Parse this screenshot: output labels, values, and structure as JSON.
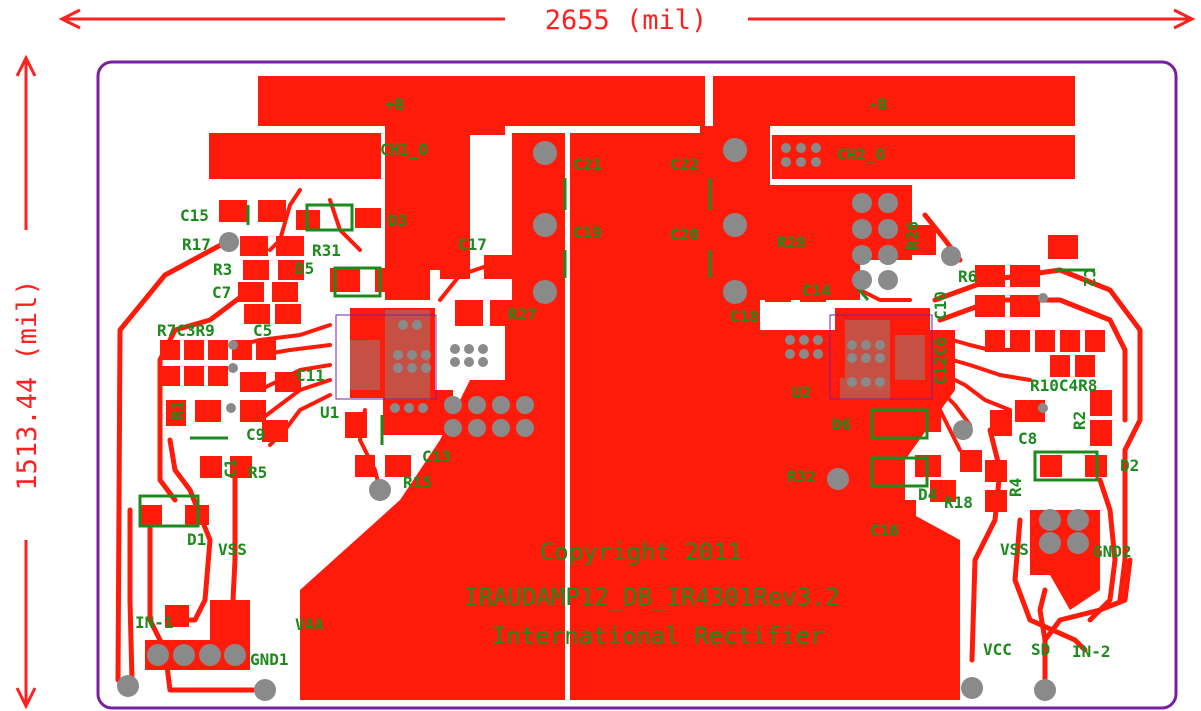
{
  "dimensions": {
    "width_label": "2655 (mil)",
    "height_label": "1513.44 (mil)"
  },
  "copyright": {
    "line1": "Copyright 2011",
    "line2": "IRAUDAMP12_DB_IR4301Rev3.2",
    "line3": "International Rectifier"
  },
  "labels": {
    "pb": "+B",
    "mb": "-B",
    "ch1": "CH1_O",
    "ch2": "CH2_O",
    "c15": "C15",
    "r17": "R17",
    "r3": "R3",
    "c7": "C7",
    "r31": "R31",
    "d3": "D3",
    "d5": "D5",
    "r7c3r9": "R7C3R9",
    "c5": "C5",
    "c11": "C11",
    "u1": "U1",
    "r1": "R1",
    "c9": "C9",
    "c1": "C1",
    "r5": "R5",
    "d1": "D1",
    "vss1": "VSS",
    "in1": "IN-1",
    "vaa": "VAA",
    "gnd1": "GND1",
    "c21": "C21",
    "c19": "C19",
    "c17": "C17",
    "r27": "R27",
    "c13": "C13",
    "r15": "R15",
    "c22": "C22",
    "c20": "C20",
    "c18": "C18",
    "r28": "R28",
    "r26": "R26",
    "c14": "C14",
    "u2": "U2",
    "r6": "R6",
    "c10": "C10",
    "c2": "C2",
    "c12c6": "C12C6",
    "r10c4r8": "R10C4R8",
    "r2": "R2",
    "d6": "D6",
    "c8": "C8",
    "d2": "D2",
    "r32": "R32",
    "d4": "D4",
    "r18": "R18",
    "r4": "R4",
    "c16": "C16",
    "vss2": "VSS",
    "gnd2": "GND2",
    "vcc": "VCC",
    "sd": "SD",
    "in2": "IN-2"
  }
}
